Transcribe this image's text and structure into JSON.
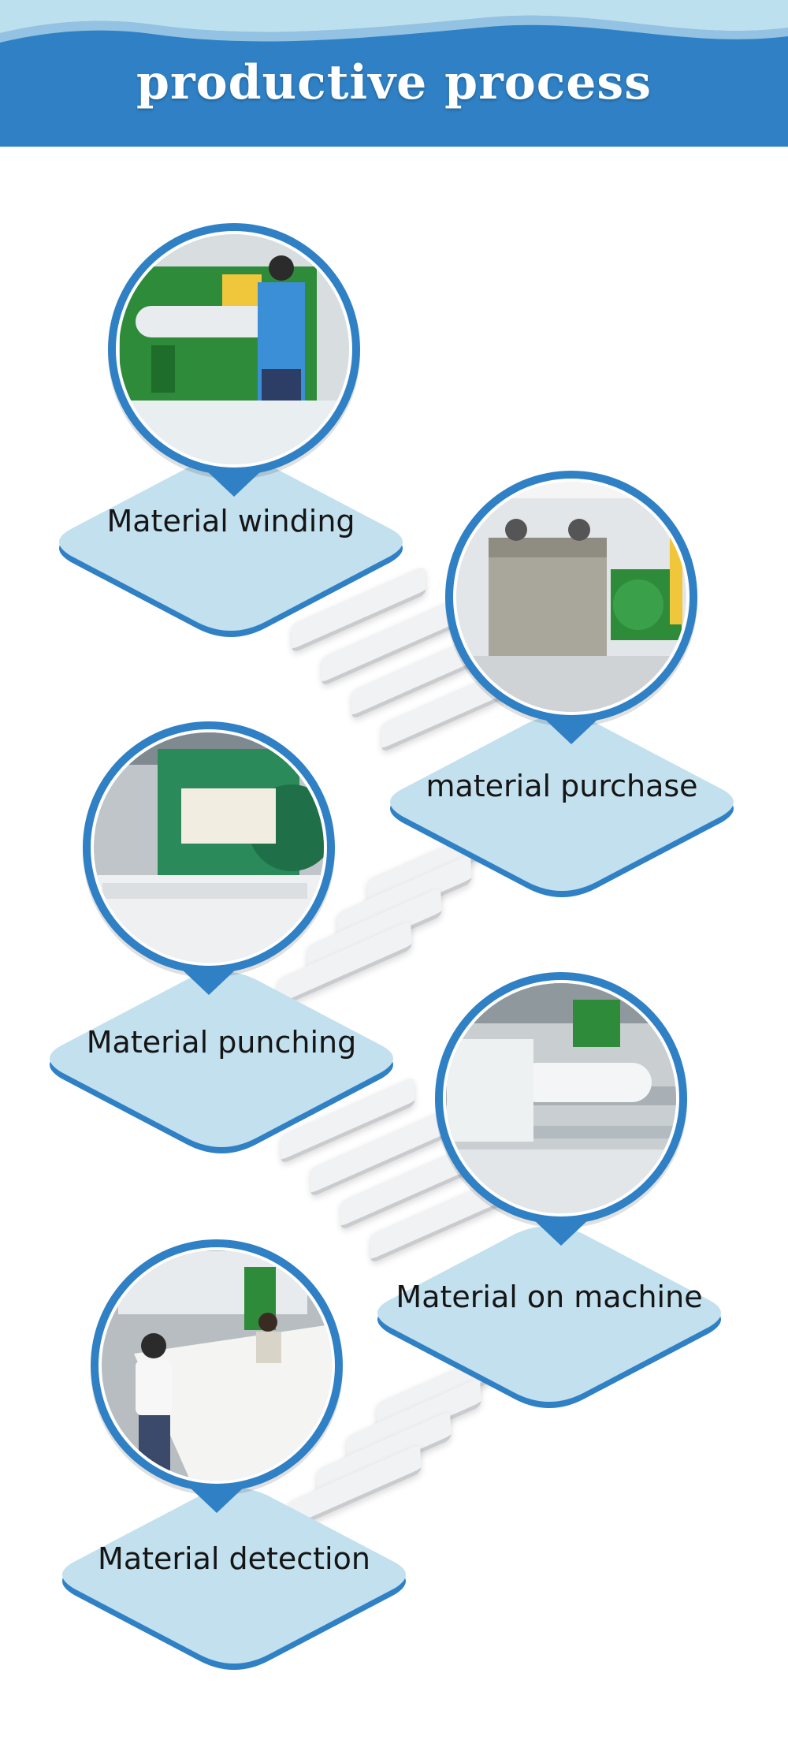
{
  "header": {
    "title": "productive process"
  },
  "colors": {
    "banner": "#2f80c4",
    "diamond": "#c2e0ee",
    "diamond_edge": "#2f80c4",
    "step": "#f1f2f4"
  },
  "steps": [
    {
      "label": "Material winding",
      "photo": "factory-calender-operator-photo"
    },
    {
      "label": "material purchase",
      "photo": "autoclave-vulcanizing-tank-photo"
    },
    {
      "label": "Material punching",
      "photo": "calender-rolling-machine-photo"
    },
    {
      "label": "Material on machine",
      "photo": "sheet-rolling-line-photo"
    },
    {
      "label": "Material detection",
      "photo": "worker-inspecting-sheet-photo"
    }
  ]
}
